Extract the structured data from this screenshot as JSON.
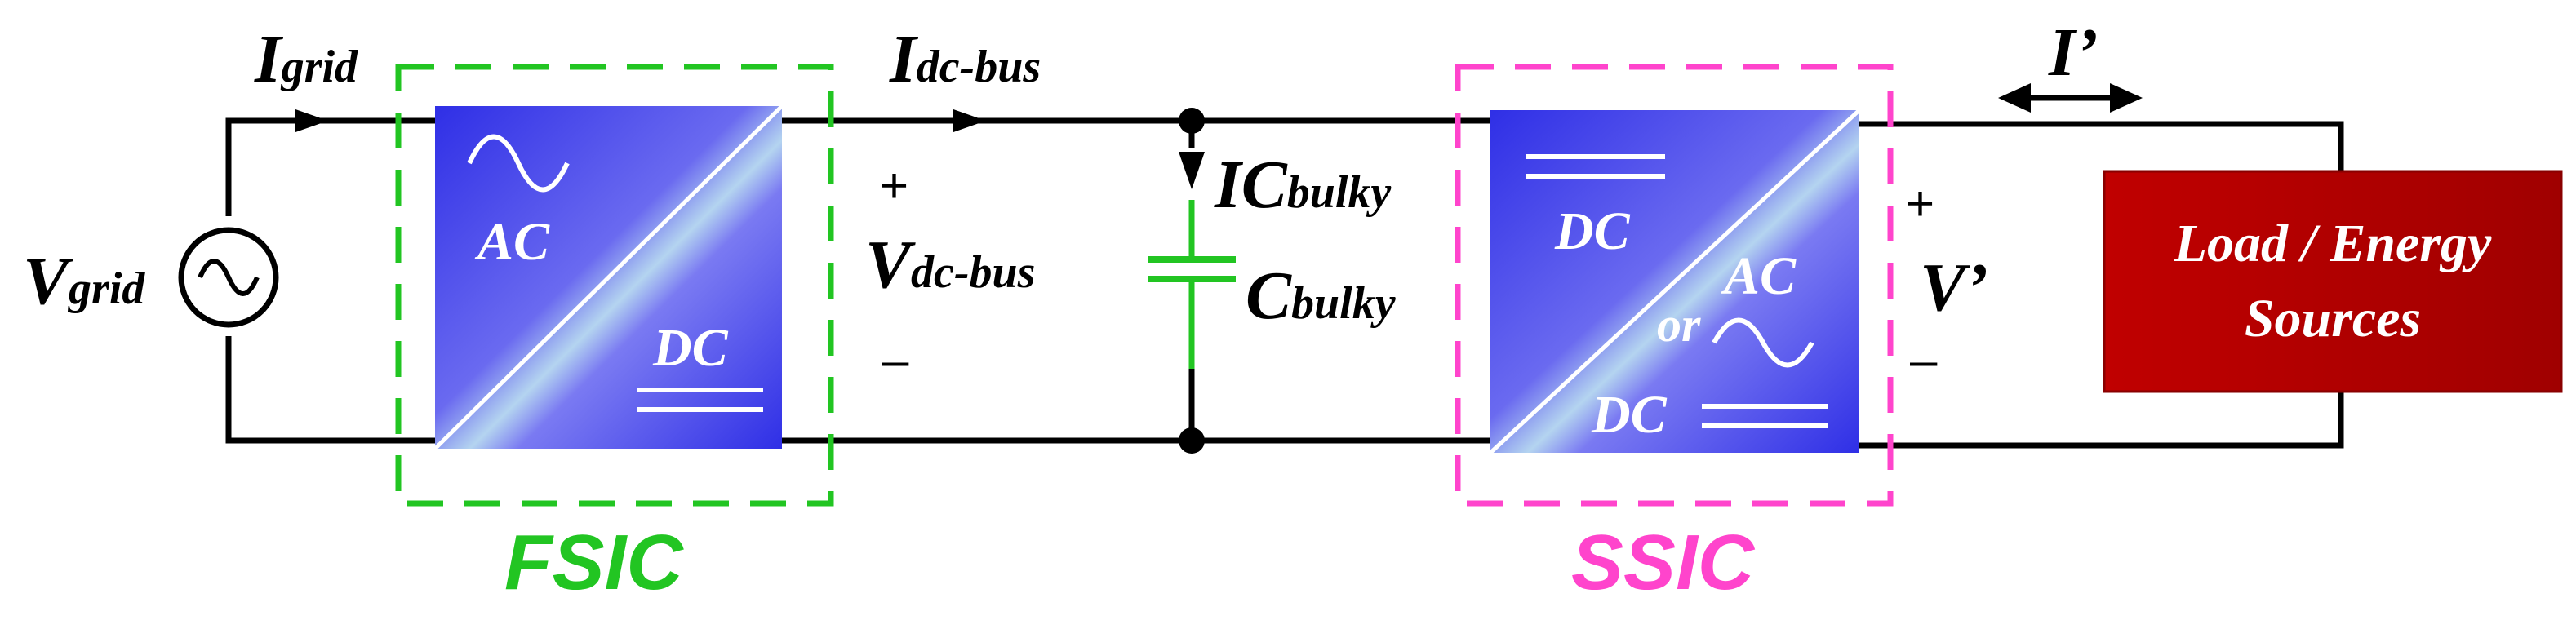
{
  "labels": {
    "i_grid_main": "I",
    "i_grid_sub": "grid",
    "v_grid_main": "V",
    "v_grid_sub": "grid",
    "i_dcbus_main": "I",
    "i_dcbus_sub": "dc-bus",
    "v_dcbus_plus": "+",
    "v_dcbus_main": "V",
    "v_dcbus_sub": "dc-bus",
    "v_dcbus_minus": "–",
    "ic_bulky_main": "IC",
    "ic_bulky_sub": "bulky",
    "c_bulky_main": "C",
    "c_bulky_sub": "bulky",
    "i_prime": "I’",
    "v_prime_plus": "+",
    "v_prime": "V’",
    "v_prime_minus": "–"
  },
  "fsic": {
    "name": "FSIC",
    "ac_label": "AC",
    "dc_label": "DC",
    "color": "#22c522"
  },
  "ssic": {
    "name": "SSIC",
    "dc_label": "DC",
    "ac_label": "AC",
    "or_label": "or",
    "dc2_label": "DC",
    "color": "#ff44cc"
  },
  "load": {
    "line1": "Load / Energy",
    "line2": "Sources",
    "color": "#b30000"
  },
  "converter_color": "#3333ee"
}
